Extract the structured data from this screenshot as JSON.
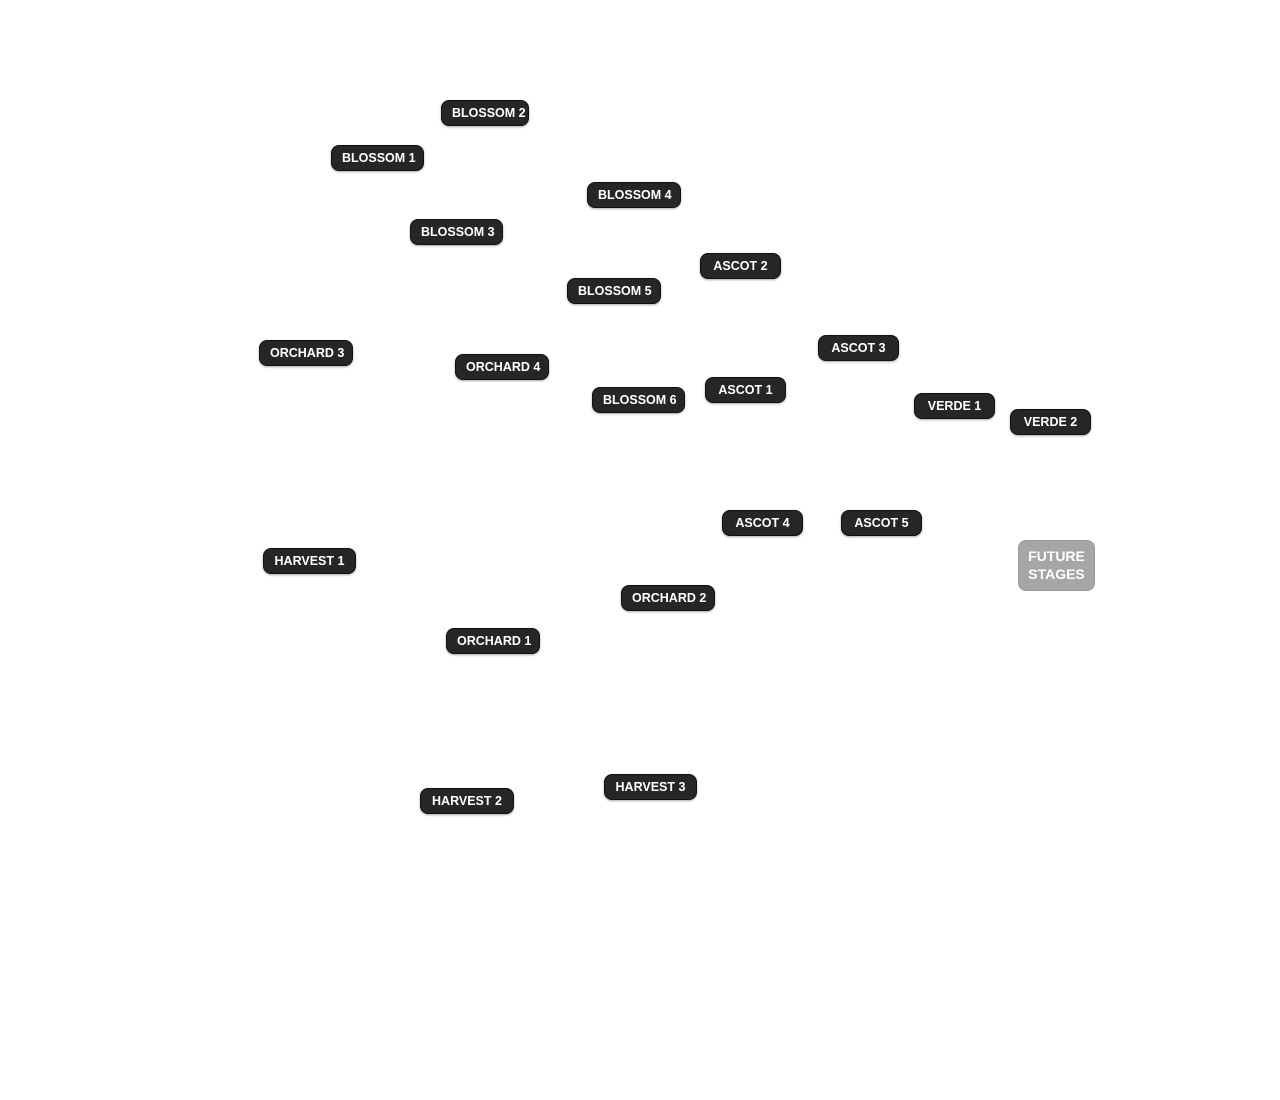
{
  "map": {
    "pins": {
      "blossom_1": "BLOSSOM 1",
      "blossom_2": "BLOSSOM 2",
      "blossom_3": "BLOSSOM 3",
      "blossom_4": "BLOSSOM 4",
      "blossom_5": "BLOSSOM 5",
      "blossom_6": "BLOSSOM 6",
      "ascot_1": "ASCOT 1",
      "ascot_2": "ASCOT 2",
      "ascot_3": "ASCOT 3",
      "ascot_4": "ASCOT 4",
      "ascot_5": "ASCOT 5",
      "orchard_1": "ORCHARD 1",
      "orchard_2": "ORCHARD 2",
      "orchard_3": "ORCHARD 3",
      "orchard_4": "ORCHARD 4",
      "verde_1": "VERDE 1",
      "verde_2": "VERDE 2",
      "harvest_1": "HARVEST 1",
      "harvest_2": "HARVEST 2",
      "harvest_3": "HARVEST 3"
    },
    "future_stages": {
      "line_1": "FUTURE",
      "line_2": "STAGES"
    }
  },
  "colors": {
    "pin_background": "#262626",
    "pin_text": "#ffffff",
    "future_background": "#a6a6a6",
    "page_background": "#ffffff"
  }
}
